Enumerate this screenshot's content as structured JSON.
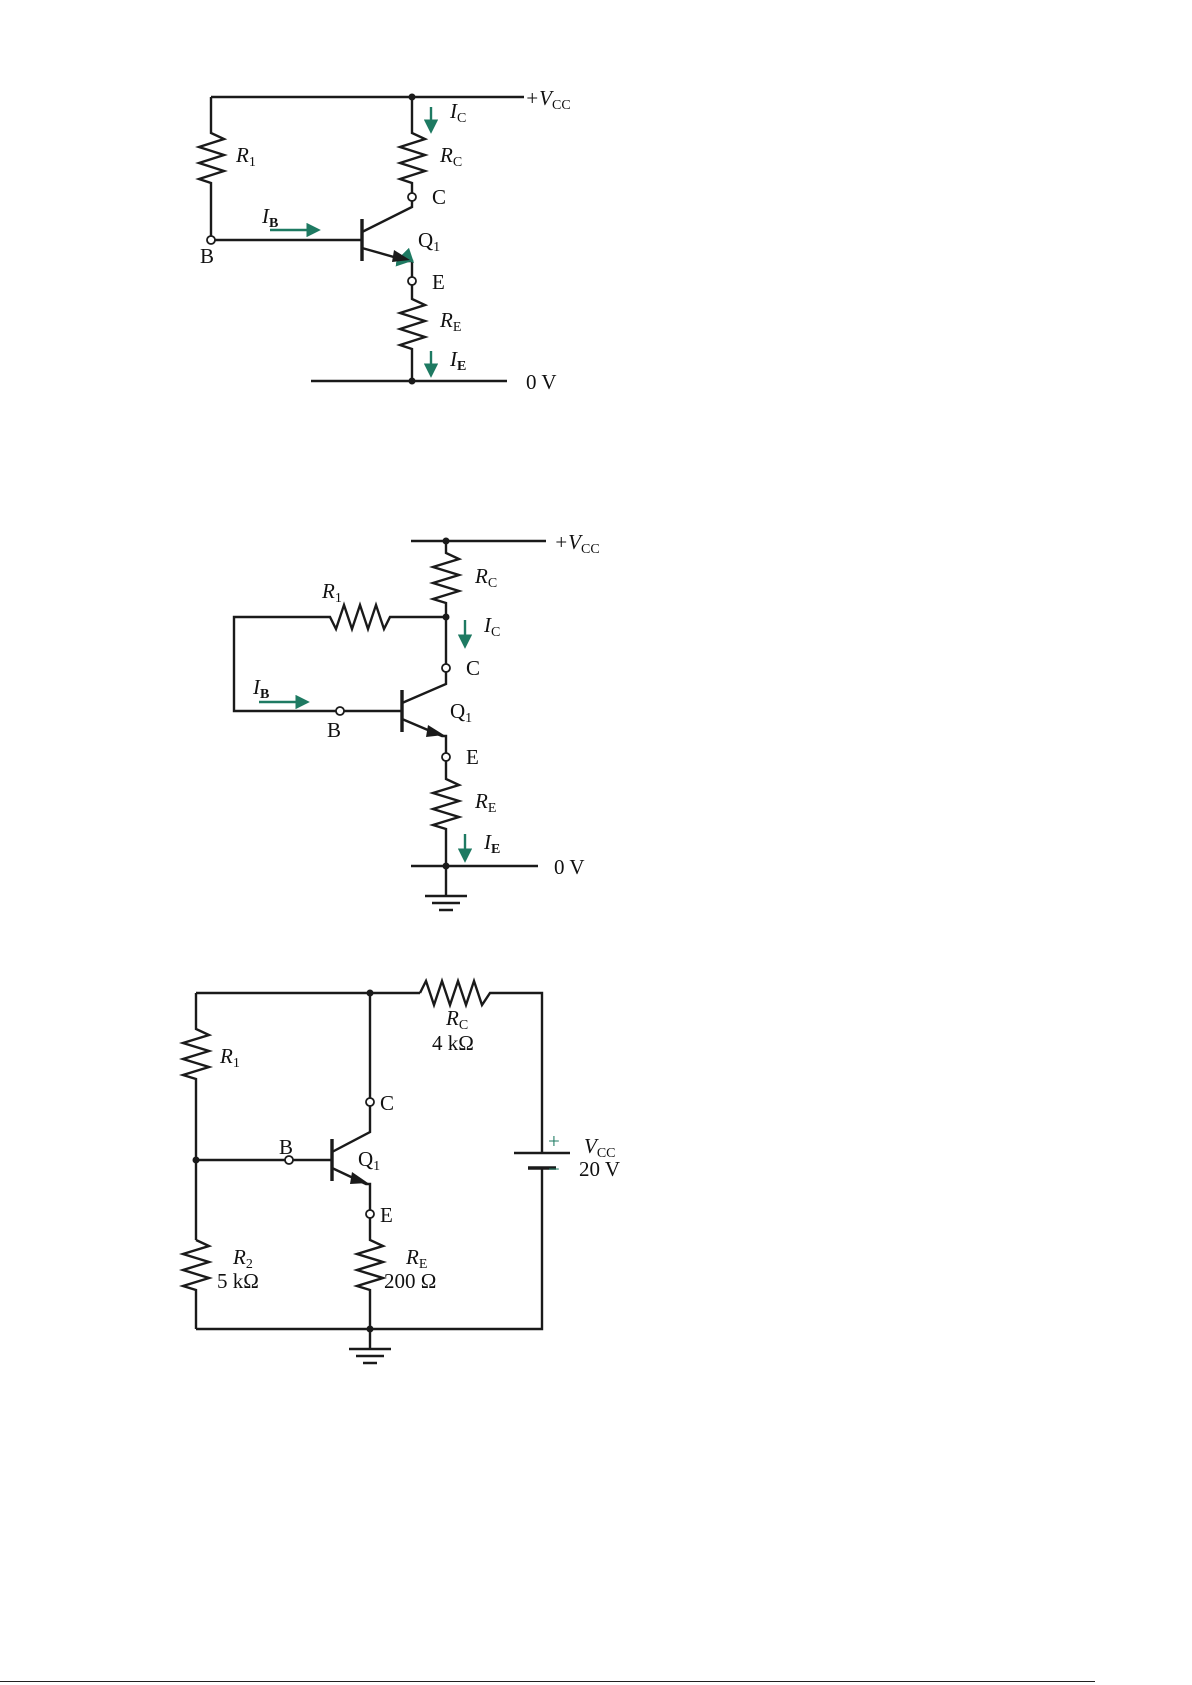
{
  "circuit_1": {
    "supply": "+V",
    "supply_sub": "CC",
    "ground": "0 V",
    "r1": "R",
    "r1_sub": "1",
    "rc": "R",
    "rc_sub": "C",
    "re": "R",
    "re_sub": "E",
    "ic": "I",
    "ic_sub": "C",
    "ib": "I",
    "ib_sub": "B",
    "ie": "I",
    "ie_sub": "E",
    "c": "C",
    "b": "B",
    "e": "E",
    "q": "Q",
    "q_sub": "1"
  },
  "circuit_2": {
    "supply": "+V",
    "supply_sub": "CC",
    "ground": "0 V",
    "r1": "R",
    "r1_sub": "1",
    "rc": "R",
    "rc_sub": "C",
    "re": "R",
    "re_sub": "E",
    "ic": "I",
    "ic_sub": "C",
    "ib": "I",
    "ib_sub": "B",
    "ie": "I",
    "ie_sub": "E",
    "c": "C",
    "b": "B",
    "e": "E",
    "q": "Q",
    "q_sub": "1"
  },
  "circuit_3": {
    "r1": "R",
    "r1_sub": "1",
    "r2": "R",
    "r2_sub": "2",
    "r2_value": "5 kΩ",
    "rc": "R",
    "rc_sub": "C",
    "rc_value": "4 kΩ",
    "re": "R",
    "re_sub": "E",
    "re_value": "200 Ω",
    "vcc": "V",
    "vcc_sub": "CC",
    "vcc_value": "20 V",
    "plus": "+",
    "minus": "−",
    "c": "C",
    "b": "B",
    "e": "E",
    "q": "Q",
    "q_sub": "1"
  },
  "colors": {
    "current_arrow": "#1e7a62",
    "wire": "#1a1a1a"
  }
}
